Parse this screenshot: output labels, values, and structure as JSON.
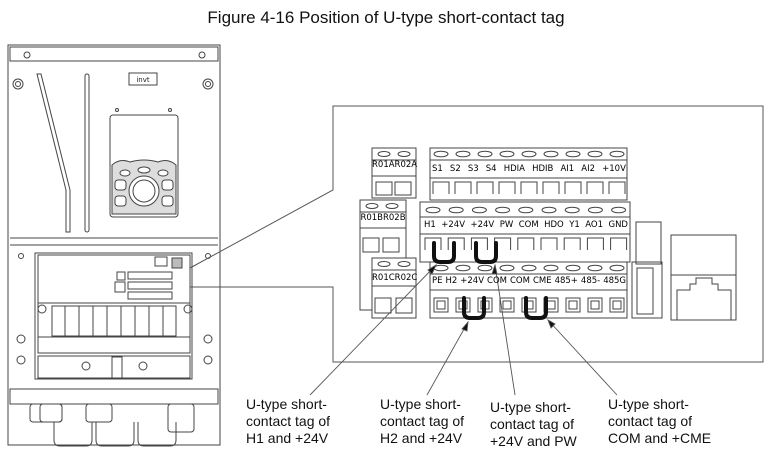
{
  "figure": {
    "title": "Figure 4-16 Position of U-type short-contact tag",
    "brand_logo": "invt"
  },
  "relay_blocks": [
    {
      "label": "R01AR02A"
    },
    {
      "label": "R01BR02B"
    },
    {
      "label": "R01CR02C"
    }
  ],
  "terminal_rows": {
    "top": [
      "S1",
      "S2",
      "S3",
      "S4",
      "HDIA",
      "HDIB",
      "AI1",
      "AI2",
      "+10V"
    ],
    "middle": [
      "H1",
      "+24V",
      "+24V",
      "PW",
      "COM",
      "HDO",
      "Y1",
      "AO1",
      "GND"
    ],
    "bottom": [
      "PE",
      "H2",
      "+24V",
      "COM",
      "COM",
      "CME",
      "485+",
      "485-",
      "485G"
    ]
  },
  "callouts": [
    {
      "line1": "U-type short-",
      "line2": "contact tag of",
      "line3": "H1 and +24V"
    },
    {
      "line1": "U-type short-",
      "line2": "contact tag of",
      "line3": "H2 and +24V"
    },
    {
      "line1": "U-type short-",
      "line2": "contact tag of",
      "line3": "+24V and PW"
    },
    {
      "line1": "U-type short-",
      "line2": "contact tag of",
      "line3": "COM and +CME"
    }
  ],
  "colors": {
    "line": "#333333",
    "tag": "#111111"
  }
}
